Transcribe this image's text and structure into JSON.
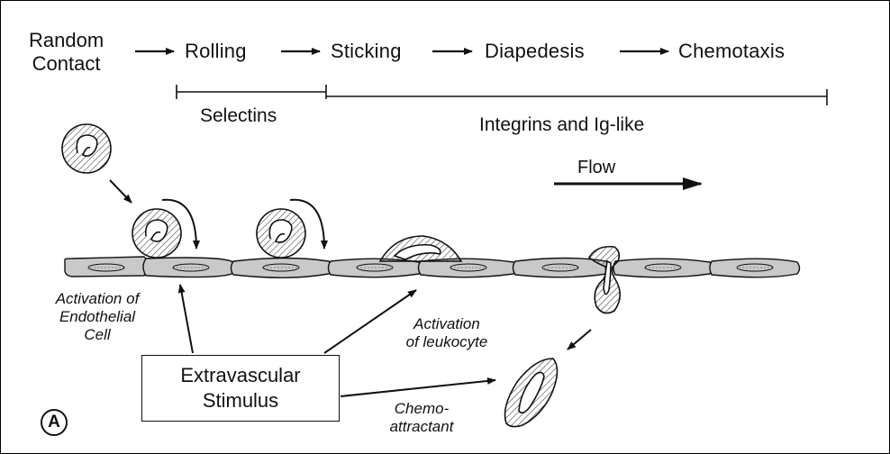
{
  "steps": {
    "random_contact": "Random\nContact",
    "rolling": "Rolling",
    "sticking": "Sticking",
    "diapedesis": "Diapedesis",
    "chemotaxis": "Chemotaxis"
  },
  "molecules": {
    "selectins": "Selectins",
    "integrins": "Integrins and Ig-like"
  },
  "flow": "Flow",
  "labels": {
    "endothelial_activation": "Activation of\nEndothelial\nCell",
    "leukocyte_activation": "Activation\nof leukocyte",
    "chemoattractant": "Chemo-\nattractant"
  },
  "stimulus": "Extravascular\nStimulus",
  "panel": "A",
  "colors": {
    "ink": "#111111",
    "endothelium": "#b8b8b8",
    "hatch": "#444444"
  }
}
